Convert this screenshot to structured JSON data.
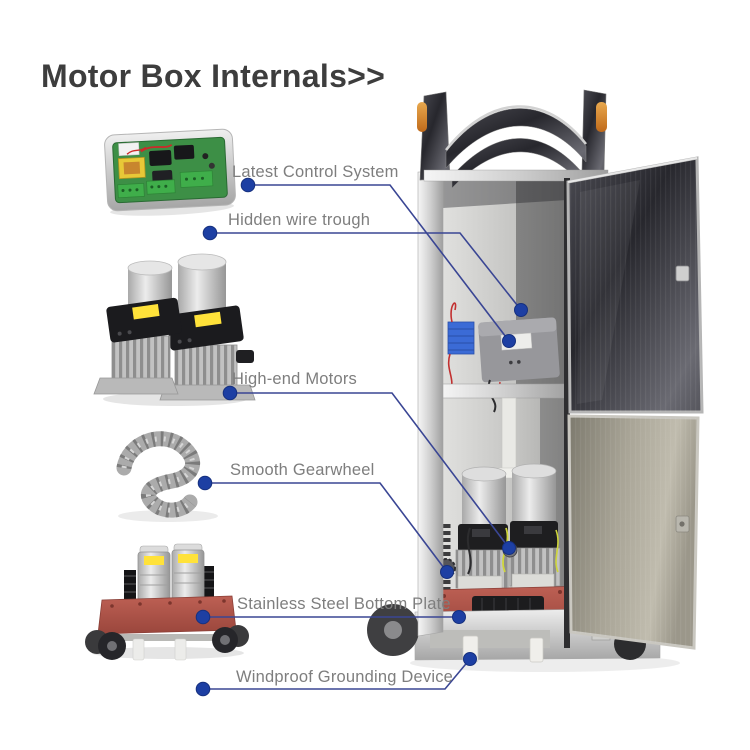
{
  "title": "Motor Box Internals>>",
  "callouts": [
    {
      "id": "control-system",
      "label": "Latest Control System"
    },
    {
      "id": "wire-trough",
      "label": "Hidden wire trough"
    },
    {
      "id": "motors",
      "label": "High-end Motors"
    },
    {
      "id": "gearwheel",
      "label": "Smooth Gearwheel"
    },
    {
      "id": "bottom-plate",
      "label": "Stainless Steel Bottom Plate"
    },
    {
      "id": "grounding",
      "label": "Windproof Grounding Device"
    }
  ],
  "colors": {
    "callout_dot": "#1d3fa3",
    "callout_line": "#3a4694",
    "label_text": "#7e7e7e",
    "title_text": "#3d3d3d",
    "plate_red": "#b2544a",
    "reflector_orange": "#dd8f33",
    "pcb_green": "#3d8f46",
    "motor_label_yellow": "#ffe23a",
    "terminal_blue": "#3b6bd6"
  }
}
